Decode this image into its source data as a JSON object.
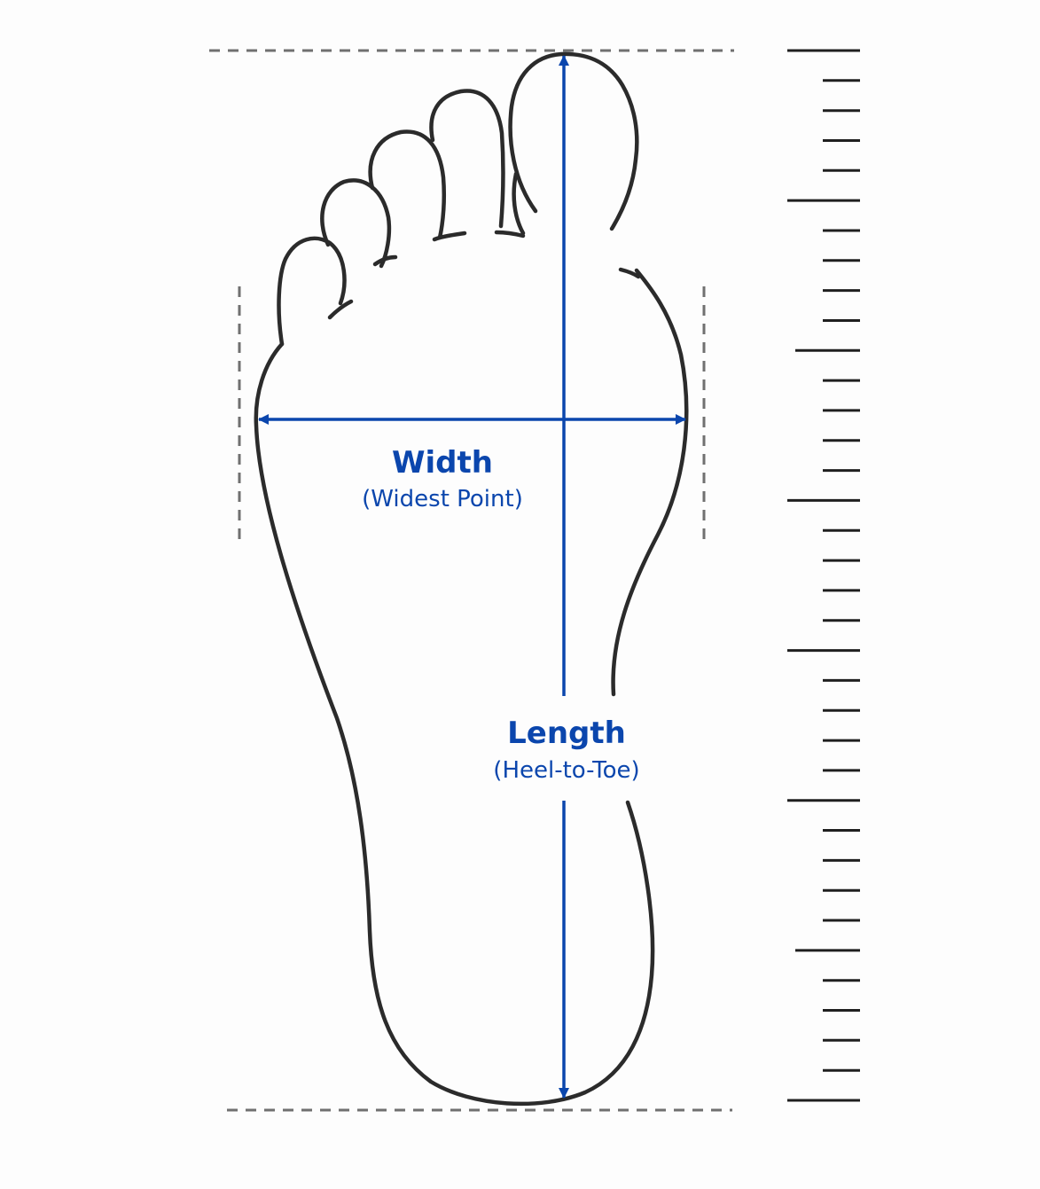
{
  "labels": {
    "width_title": "Width",
    "width_subtitle": "(Widest Point)",
    "length_title": "Length",
    "length_subtitle": "(Heel-to-Toe)"
  },
  "colors": {
    "outline": "#2b2b2b",
    "arrow": "#0b46ad",
    "label": "#0b46ad",
    "guide": "#707070",
    "ruler": "#1f1f1f",
    "background": "#fdfdfd"
  },
  "icons": {
    "foot": "foot-outline-icon",
    "ruler": "ruler-icon"
  }
}
